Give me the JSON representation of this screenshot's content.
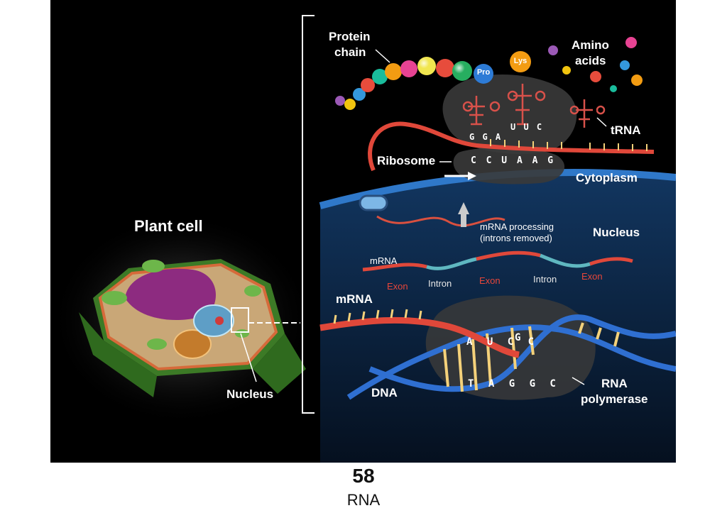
{
  "diagram": {
    "plant_cell_title": "Plant cell",
    "nucleus_label": "Nucleus",
    "cytoplasm_label": "Cytoplasm",
    "nucleus_region_label": "Nucleus",
    "protein_chain_label": "Protein chain",
    "protein_chain_line1": "Protein",
    "protein_chain_line2": "chain",
    "amino_acids_line1": "Amino",
    "amino_acids_line2": "acids",
    "trna_label": "tRNA",
    "ribosome_label": "Ribosome",
    "pro_label": "Pro",
    "lys_label": "Lys",
    "anticodon_1": "G G A",
    "anticodon_2": "U U C",
    "codon_seq": "C C U A A G",
    "mrna_processing_line1": "mRNA processing",
    "mrna_processing_line2": "(introns removed)",
    "premrna_label": "mRNA",
    "exon_1": "Exon",
    "intron_1": "Intron",
    "exon_2": "Exon",
    "intron_2": "Intron",
    "exon_3": "Exon",
    "mrna_transcript_label": "mRNA",
    "rna_seq": "A U C C",
    "rna_next": "G",
    "dna_seq": "T A G G C",
    "dna_label": "DNA",
    "polymerase_line1": "RNA",
    "polymerase_line2": "polymerase"
  },
  "footer": {
    "page_number": "58",
    "caption": "RNA"
  },
  "colors": {
    "background": "#000000",
    "mrna": "#e0483a",
    "intron": "#5fb7c0",
    "dna_blue": "#2f6fd1",
    "nucleus_fill": "#0e2540",
    "envelope": "#2f78c9",
    "ribosome_gray": "#3a3a3a"
  }
}
